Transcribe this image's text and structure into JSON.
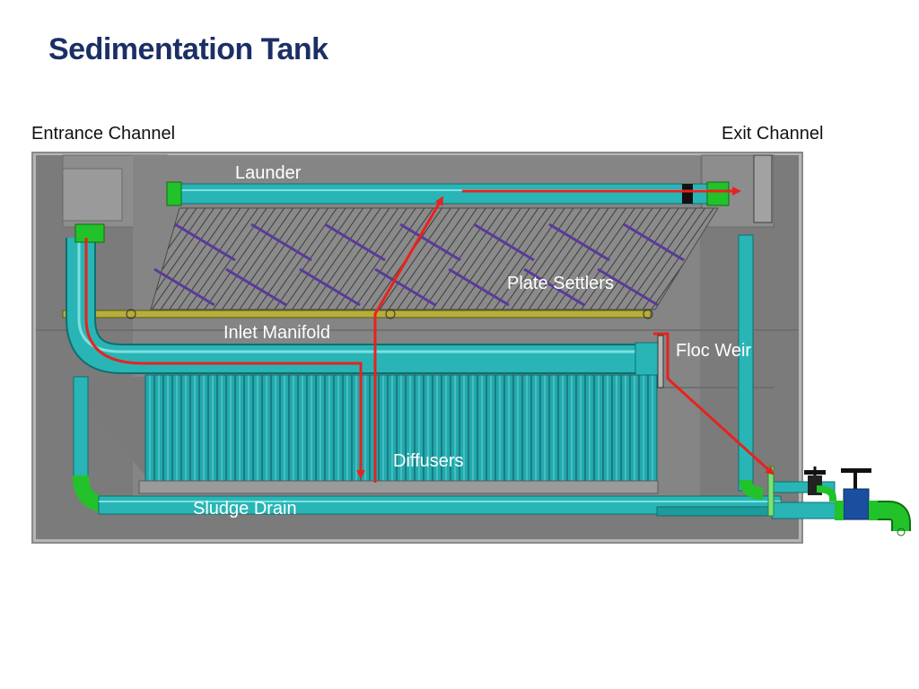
{
  "slide": {
    "title": "Sedimentation Tank"
  },
  "labels": {
    "entrance_channel": "Entrance Channel",
    "exit_channel": "Exit Channel",
    "launder": "Launder",
    "plate_settlers": "Plate Settlers",
    "inlet_manifold": "Inlet Manifold",
    "floc_weir": "Floc Weir",
    "diffusers": "Diffusers",
    "sludge_drain": "Sludge Drain"
  },
  "colors": {
    "tank": "#7e7e7e",
    "pipe": "#29b5b5",
    "fitting": "#22c22a",
    "flow_arrow": "#e8221e",
    "plates": "#5a3a9a",
    "title": "#1b2f66"
  }
}
